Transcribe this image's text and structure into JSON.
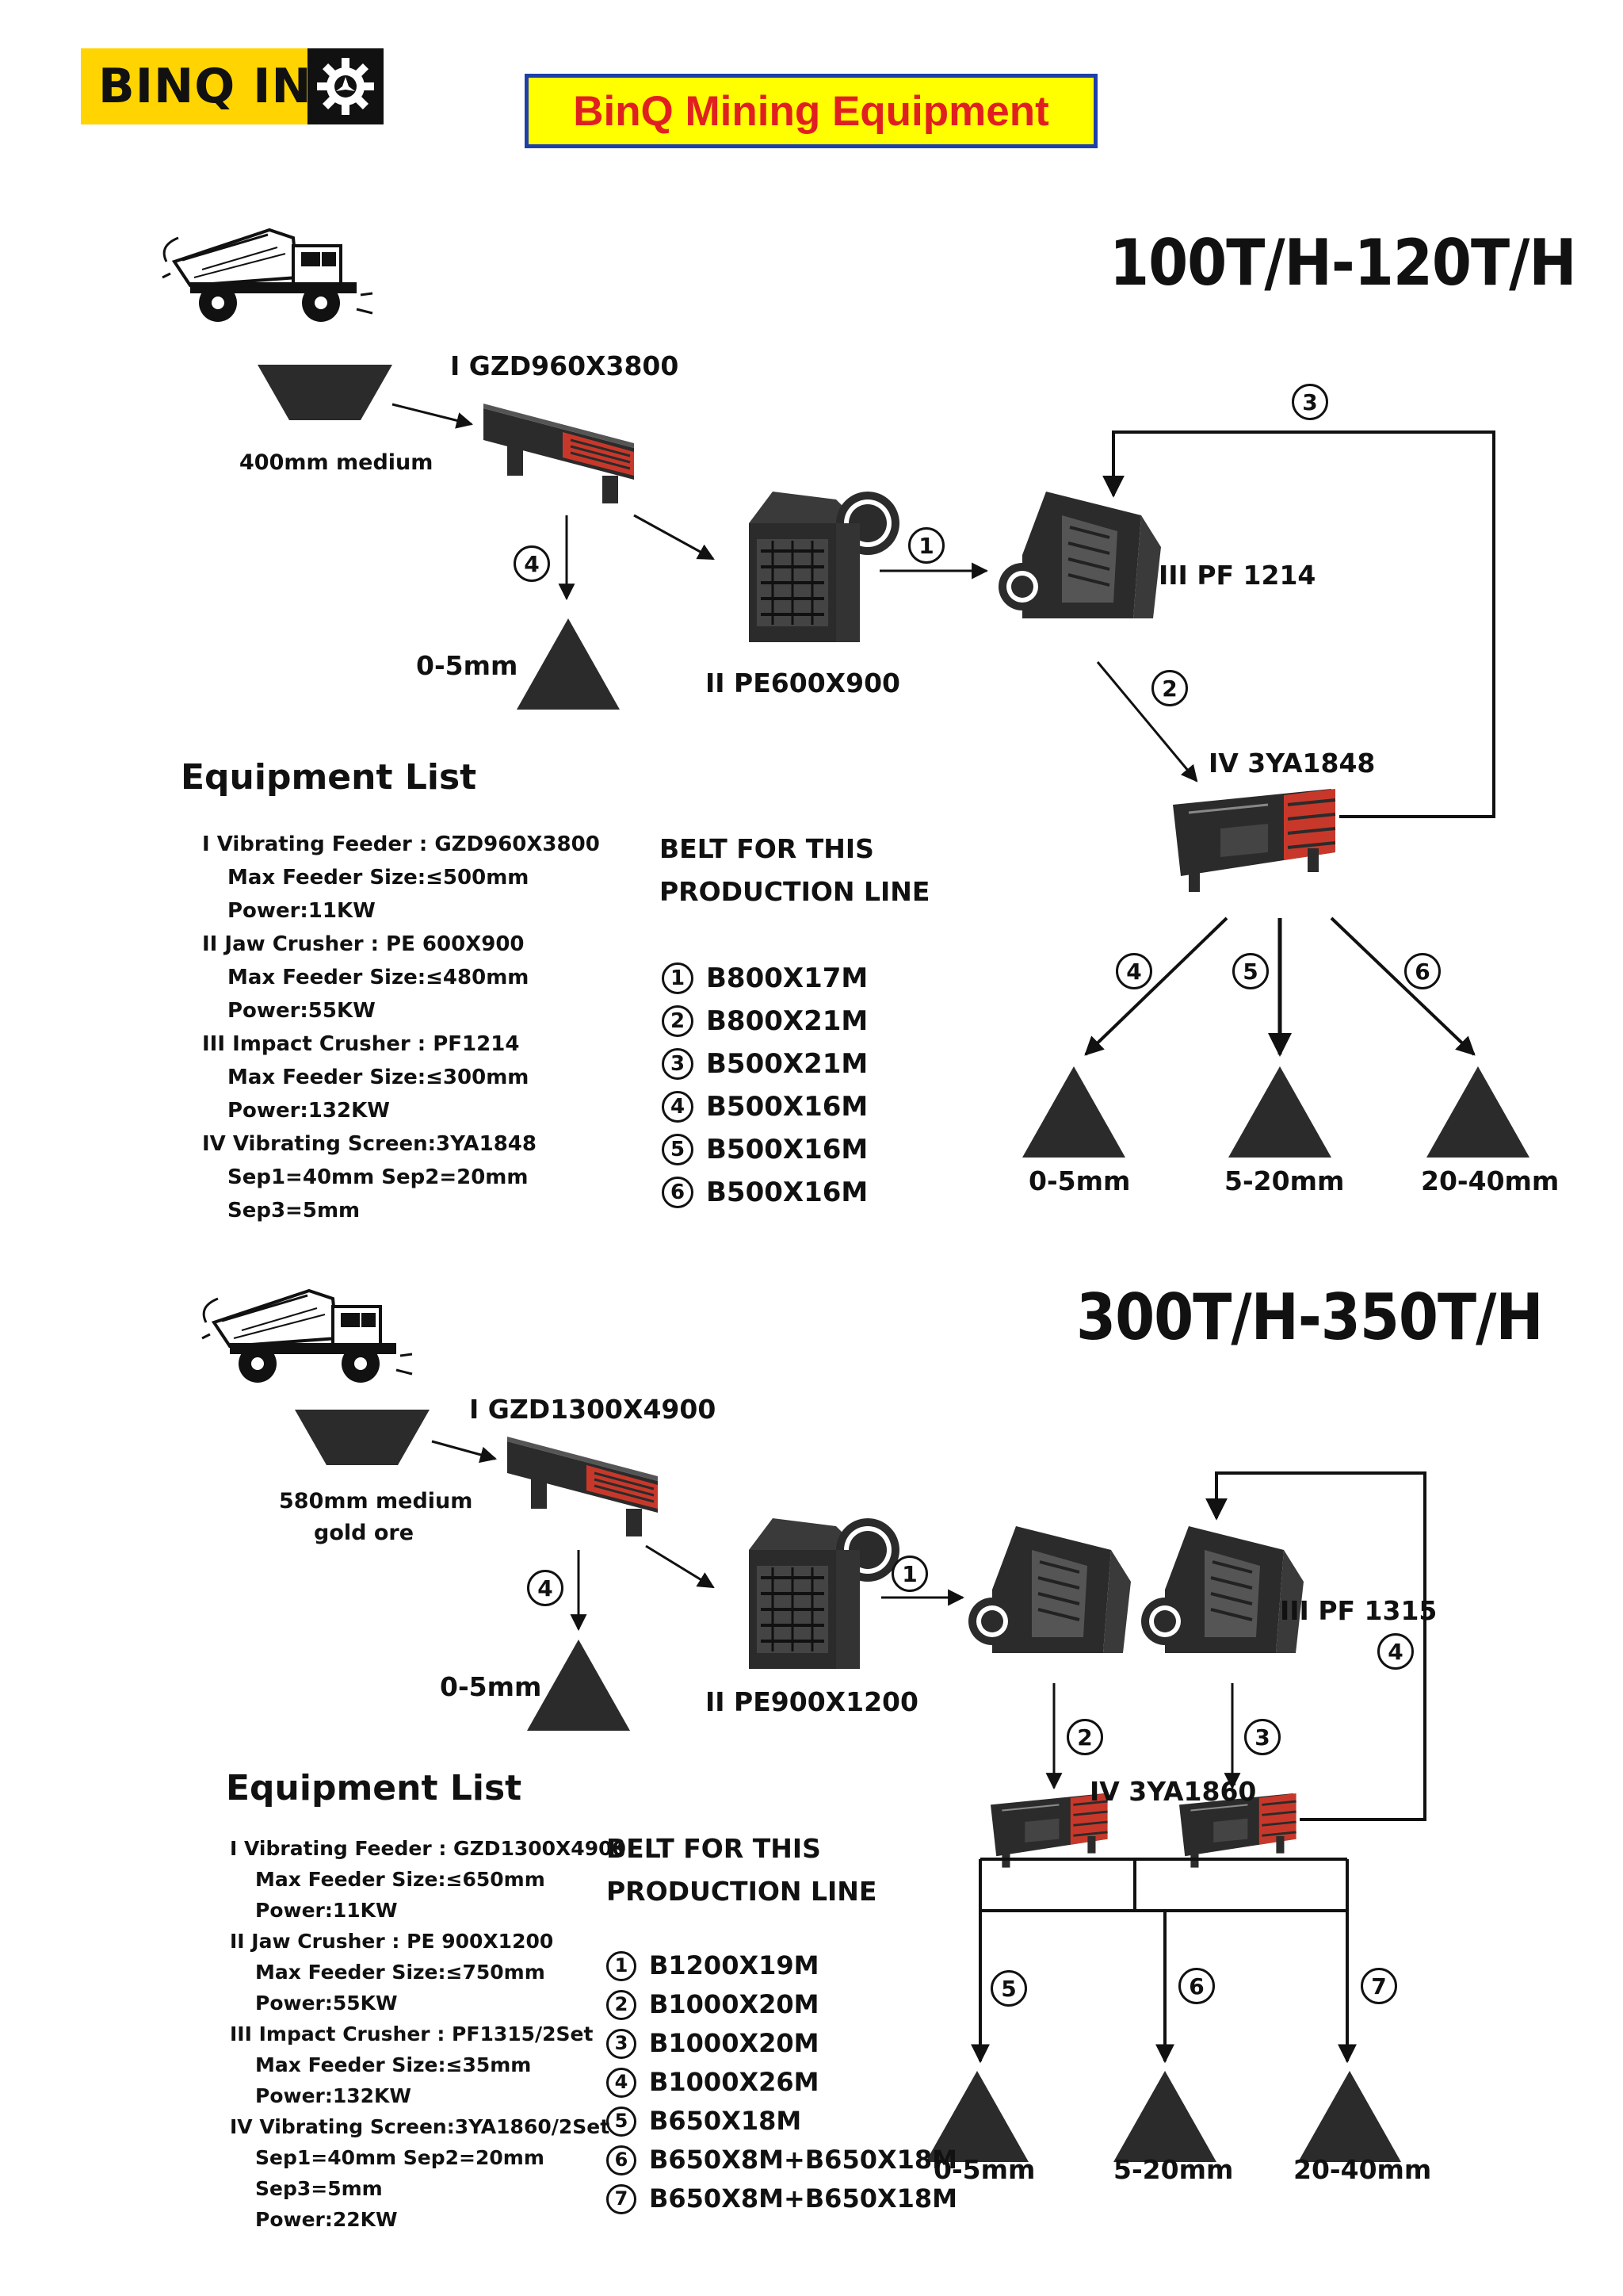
{
  "header": {
    "logo_text": "BINQ INC",
    "title": "BinQ Mining Equipment"
  },
  "line1": {
    "capacity": "100T/H-120T/H",
    "feed_label": "400mm medium",
    "feeder_label": "I GZD960X3800",
    "jaw_label": "II PE600X900",
    "impact_label": "III PF 1214",
    "screen_label": "IV 3YA1848",
    "sand_label": "0-5mm",
    "outputs": [
      "0-5mm",
      "5-20mm",
      "20-40mm"
    ],
    "circles": [
      "1",
      "2",
      "3",
      "4",
      "4",
      "5",
      "6"
    ],
    "equipment_heading": "Equipment List",
    "equipment": [
      "I  Vibrating Feeder : GZD960X3800",
      "Max Feeder Size:≤500mm",
      "Power:11KW",
      "II  Jaw Crusher : PE 600X900",
      "Max Feeder Size:≤480mm",
      "Power:55KW",
      "III Impact Crusher : PF1214",
      "Max Feeder Size:≤300mm",
      "Power:132KW",
      "IV Vibrating Screen:3YA1848",
      "Sep1=40mm    Sep2=20mm",
      "Sep3=5mm"
    ],
    "belt_heading": [
      "BELT FOR THIS",
      "PRODUCTION LINE"
    ],
    "belts": [
      {
        "n": "1",
        "v": "B800X17M"
      },
      {
        "n": "2",
        "v": "B800X21M"
      },
      {
        "n": "3",
        "v": "B500X21M"
      },
      {
        "n": "4",
        "v": "B500X16M"
      },
      {
        "n": "5",
        "v": "B500X16M"
      },
      {
        "n": "6",
        "v": "B500X16M"
      }
    ]
  },
  "line2": {
    "capacity": "300T/H-350T/H",
    "feed_label_1": "580mm medium",
    "feed_label_2": "gold ore",
    "feeder_label": "I GZD1300X4900",
    "jaw_label": "II PE900X1200",
    "impact_label": "III PF 1315",
    "screen_label": "IV 3YA1860",
    "sand_label": "0-5mm",
    "outputs": [
      "0-5mm",
      "5-20mm",
      "20-40mm"
    ],
    "circles": [
      "1",
      "2",
      "3",
      "4",
      "4",
      "5",
      "6",
      "7"
    ],
    "equipment_heading": "Equipment List",
    "equipment": [
      "I  Vibrating Feeder : GZD1300X4900",
      "Max Feeder Size:≤650mm",
      "Power:11KW",
      "II  Jaw Crusher : PE 900X1200",
      "Max Feeder Size:≤750mm",
      "Power:55KW",
      "III Impact Crusher : PF1315/2Set",
      "Max Feeder Size:≤35mm",
      "Power:132KW",
      "IV Vibrating Screen:3YA1860/2Set",
      "Sep1=40mm    Sep2=20mm",
      "Sep3=5mm",
      "Power:22KW"
    ],
    "belt_heading": [
      "BELT FOR THIS",
      "PRODUCTION LINE"
    ],
    "belts": [
      {
        "n": "1",
        "v": "B1200X19M"
      },
      {
        "n": "2",
        "v": "B1000X20M"
      },
      {
        "n": "3",
        "v": "B1000X20M"
      },
      {
        "n": "4",
        "v": "B1000X26M"
      },
      {
        "n": "5",
        "v": "B650X18M"
      },
      {
        "n": "6",
        "v": "B650X8M+B650X18M"
      },
      {
        "n": "7",
        "v": "B650X8M+B650X18M"
      }
    ]
  },
  "colors": {
    "logo_bg": "#ffd400",
    "title_bg": "#ffff00",
    "title_border": "#1f3fa8",
    "title_text": "#e02020",
    "machine_dark": "#2b2b2b",
    "screen_red": "#c8382a"
  }
}
